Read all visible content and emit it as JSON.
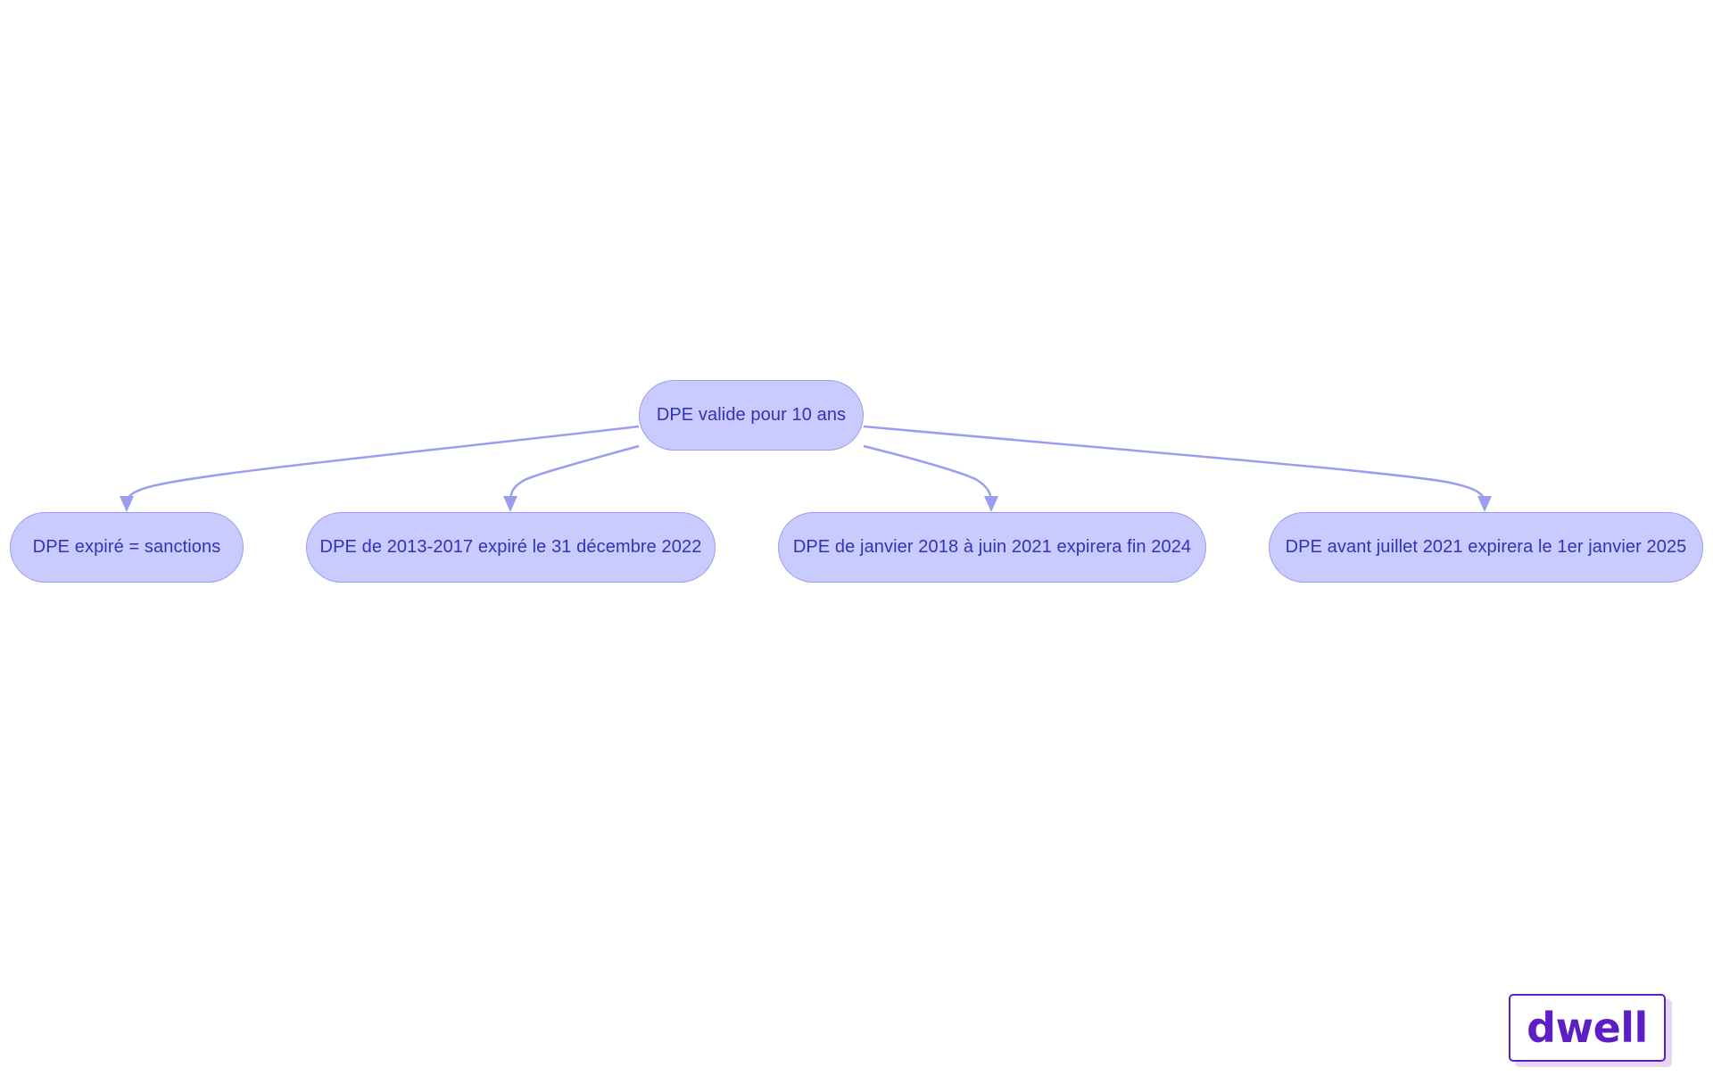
{
  "diagram": {
    "root": {
      "label": "DPE valide pour 10 ans"
    },
    "children": [
      {
        "label": "DPE expiré = sanctions"
      },
      {
        "label": "DPE de 2013-2017 expiré le 31 décembre 2022"
      },
      {
        "label": "DPE de janvier 2018 à juin 2021 expirera fin 2024"
      },
      {
        "label": "DPE avant juillet 2021 expirera le 1er janvier 2025"
      }
    ]
  },
  "colors": {
    "node_fill": "#c9cafd",
    "node_border": "#9a9ef0",
    "node_text": "#2f34b8",
    "edge": "#9a9ef0",
    "logo": "#5b1fc4"
  },
  "logo": {
    "text": "dwell"
  }
}
